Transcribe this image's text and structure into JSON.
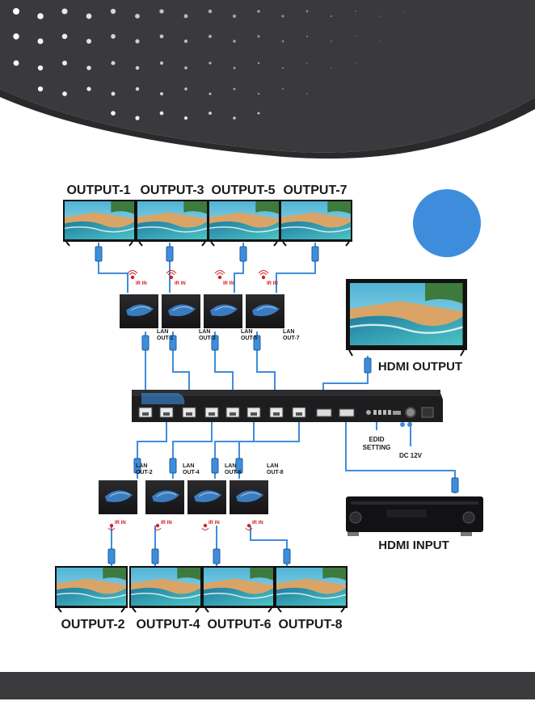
{
  "outputs_top": [
    "OUTPUT-1",
    "OUTPUT-3",
    "OUTPUT-5",
    "OUTPUT-7"
  ],
  "outputs_bottom": [
    "OUTPUT-2",
    "OUTPUT-4",
    "OUTPUT-6",
    "OUTPUT-8"
  ],
  "lan_top": [
    [
      "LAN",
      "OUT-1"
    ],
    [
      "LAN",
      "OUT-3"
    ],
    [
      "LAN",
      "OUT-5"
    ],
    [
      "LAN",
      "OUT-7"
    ]
  ],
  "lan_bottom": [
    [
      "LAN",
      "OUT-2"
    ],
    [
      "LAN",
      "OUT-4"
    ],
    [
      "LAN",
      "OUT-6"
    ],
    [
      "LAN",
      "OUT-8"
    ]
  ],
  "ir_label": "IR IN",
  "hdmi_output": "HDMI OUTPUT",
  "hdmi_input": "HDMI INPUT",
  "edid": [
    "EDID",
    "SETTING"
  ],
  "dc": "DC 12V",
  "colors": {
    "accent_blue": "#3e8ddd",
    "dark_bg": "#3a3a3c",
    "ir_red": "#d42020",
    "cable_blue": "#3e8ddd",
    "bottom_bar": "#3b3b3d"
  }
}
